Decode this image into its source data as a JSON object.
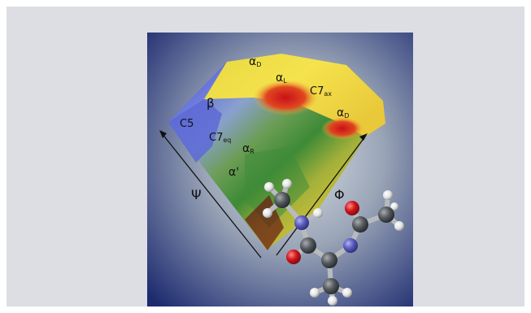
{
  "figure": {
    "region_labels": {
      "aD_top": "α",
      "aD_top_sub": "D",
      "aL": "α",
      "aL_sub": "L",
      "c7ax": "C7",
      "c7ax_sub": "ax",
      "aD_right": "α",
      "aD_right_sub": "D",
      "beta": "β",
      "c5": "C5",
      "c7eq": "C7",
      "c7eq_sub": "eq",
      "aR": "α",
      "aR_sub": "R",
      "a_prime": "α'"
    },
    "axis_labels": {
      "psi": "Ψ",
      "phi": "Φ"
    }
  },
  "colors": {
    "frame_bg": "#dcdee3",
    "surface_high": "#f2e24a",
    "surface_peak": "#d8241c",
    "surface_mid": "#3f8d3a",
    "surface_low": "#5e6fd6",
    "oxygen": "#d0161b",
    "nitrogen": "#5a5cbf",
    "carbon": "#555a5e",
    "hydrogen": "#e8e8e8"
  }
}
